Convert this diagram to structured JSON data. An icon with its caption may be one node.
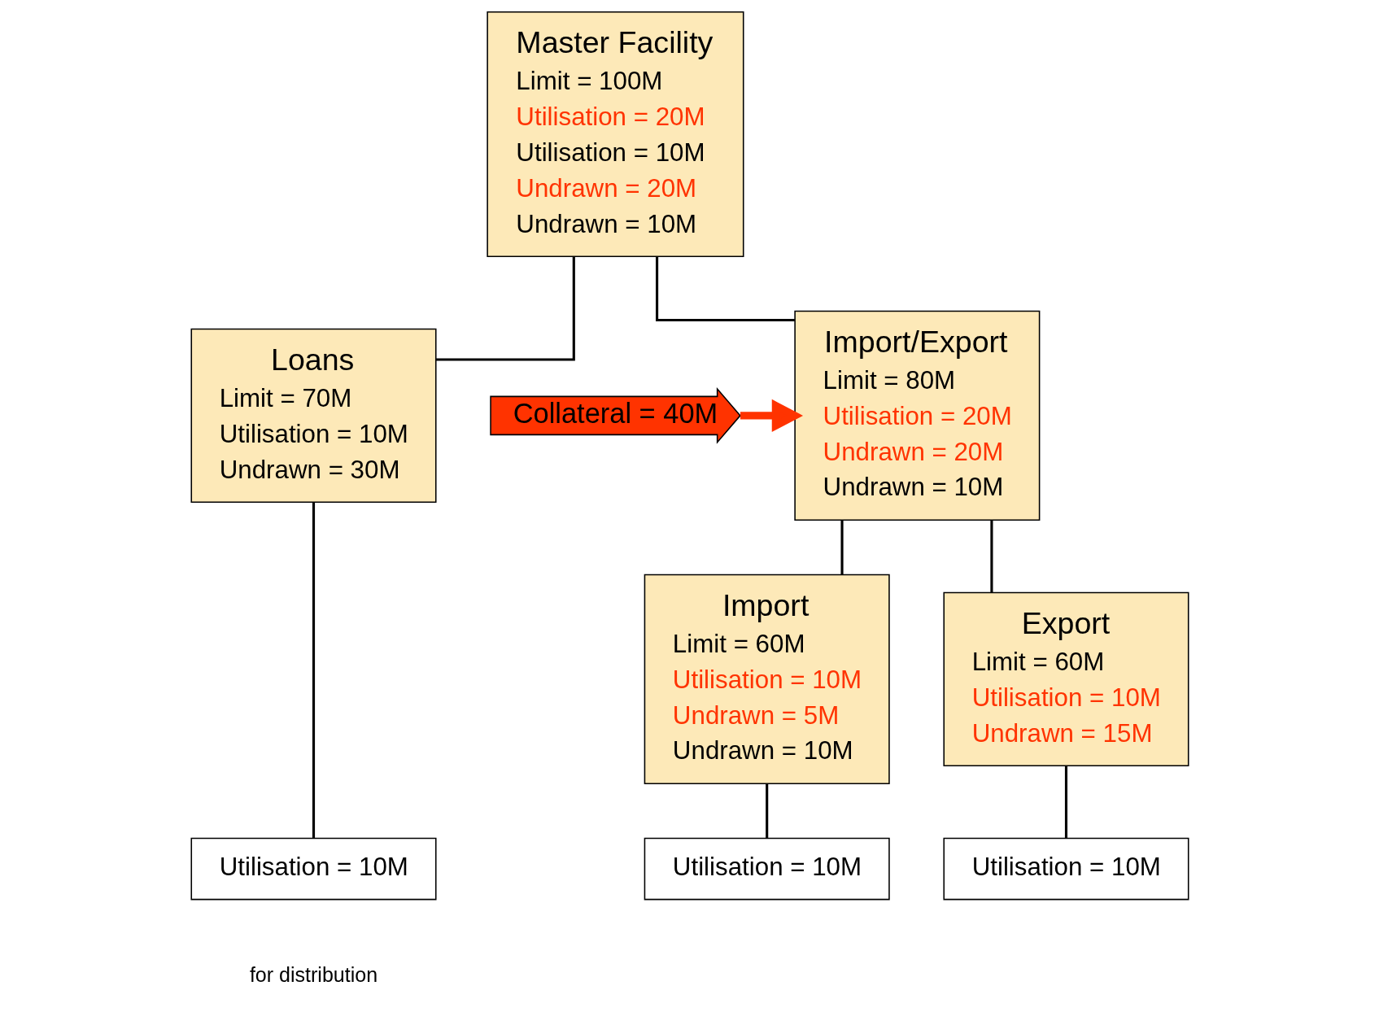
{
  "diagram": {
    "nodes": [
      {
        "text": [
          "Master Facility",
          "Limit = 100M",
          "Utilisation = 20M",
          "Utilisation = 10M",
          "Undrawn = 20M",
          "Undrawn = 10M"
        ]
      },
      {
        "text": [
          "Loans",
          "Limit = 70M",
          "Utilisation = 10M",
          "Undrawn = 30M"
        ]
      },
      {
        "text": [
          "Import/Export",
          "Limit = 80M",
          "Utilisation = 20M",
          "Undrawn = 20M",
          "Undrawn = 10M"
        ]
      },
      {
        "text": [
          "Import",
          "Limit = 60M",
          "Utilisation = 10M",
          "Undrawn = 5M",
          "Undrawn = 10M"
        ]
      },
      {
        "text": [
          "Export",
          "Limit = 60M",
          "Utilisation = 10M",
          "Undrawn = 15M"
        ]
      },
      {
        "text": [
          "Utilisation = 10M"
        ]
      },
      {
        "text": [
          "Utilisation = 10M"
        ]
      },
      {
        "text": [
          "Utilisation = 10M"
        ]
      }
    ],
    "edges": [
      {
        "from": 0,
        "to": 1,
        "arrow": "none"
      },
      {
        "from": 0,
        "to": 2,
        "arrow": "none"
      },
      {
        "from": null,
        "to": 2,
        "arrow": "to",
        "label": "Collateral = 40M",
        "style": "thick",
        "color": "#ff3300"
      },
      {
        "from": 2,
        "to": 3,
        "arrow": "none"
      },
      {
        "from": 2,
        "to": 4,
        "arrow": "none"
      },
      {
        "from": 1,
        "to": 5,
        "arrow": "none"
      },
      {
        "from": 3,
        "to": 6,
        "arrow": "none"
      },
      {
        "from": 4,
        "to": 7,
        "arrow": "none"
      }
    ],
    "labels": [
      "for distribution"
    ]
  }
}
